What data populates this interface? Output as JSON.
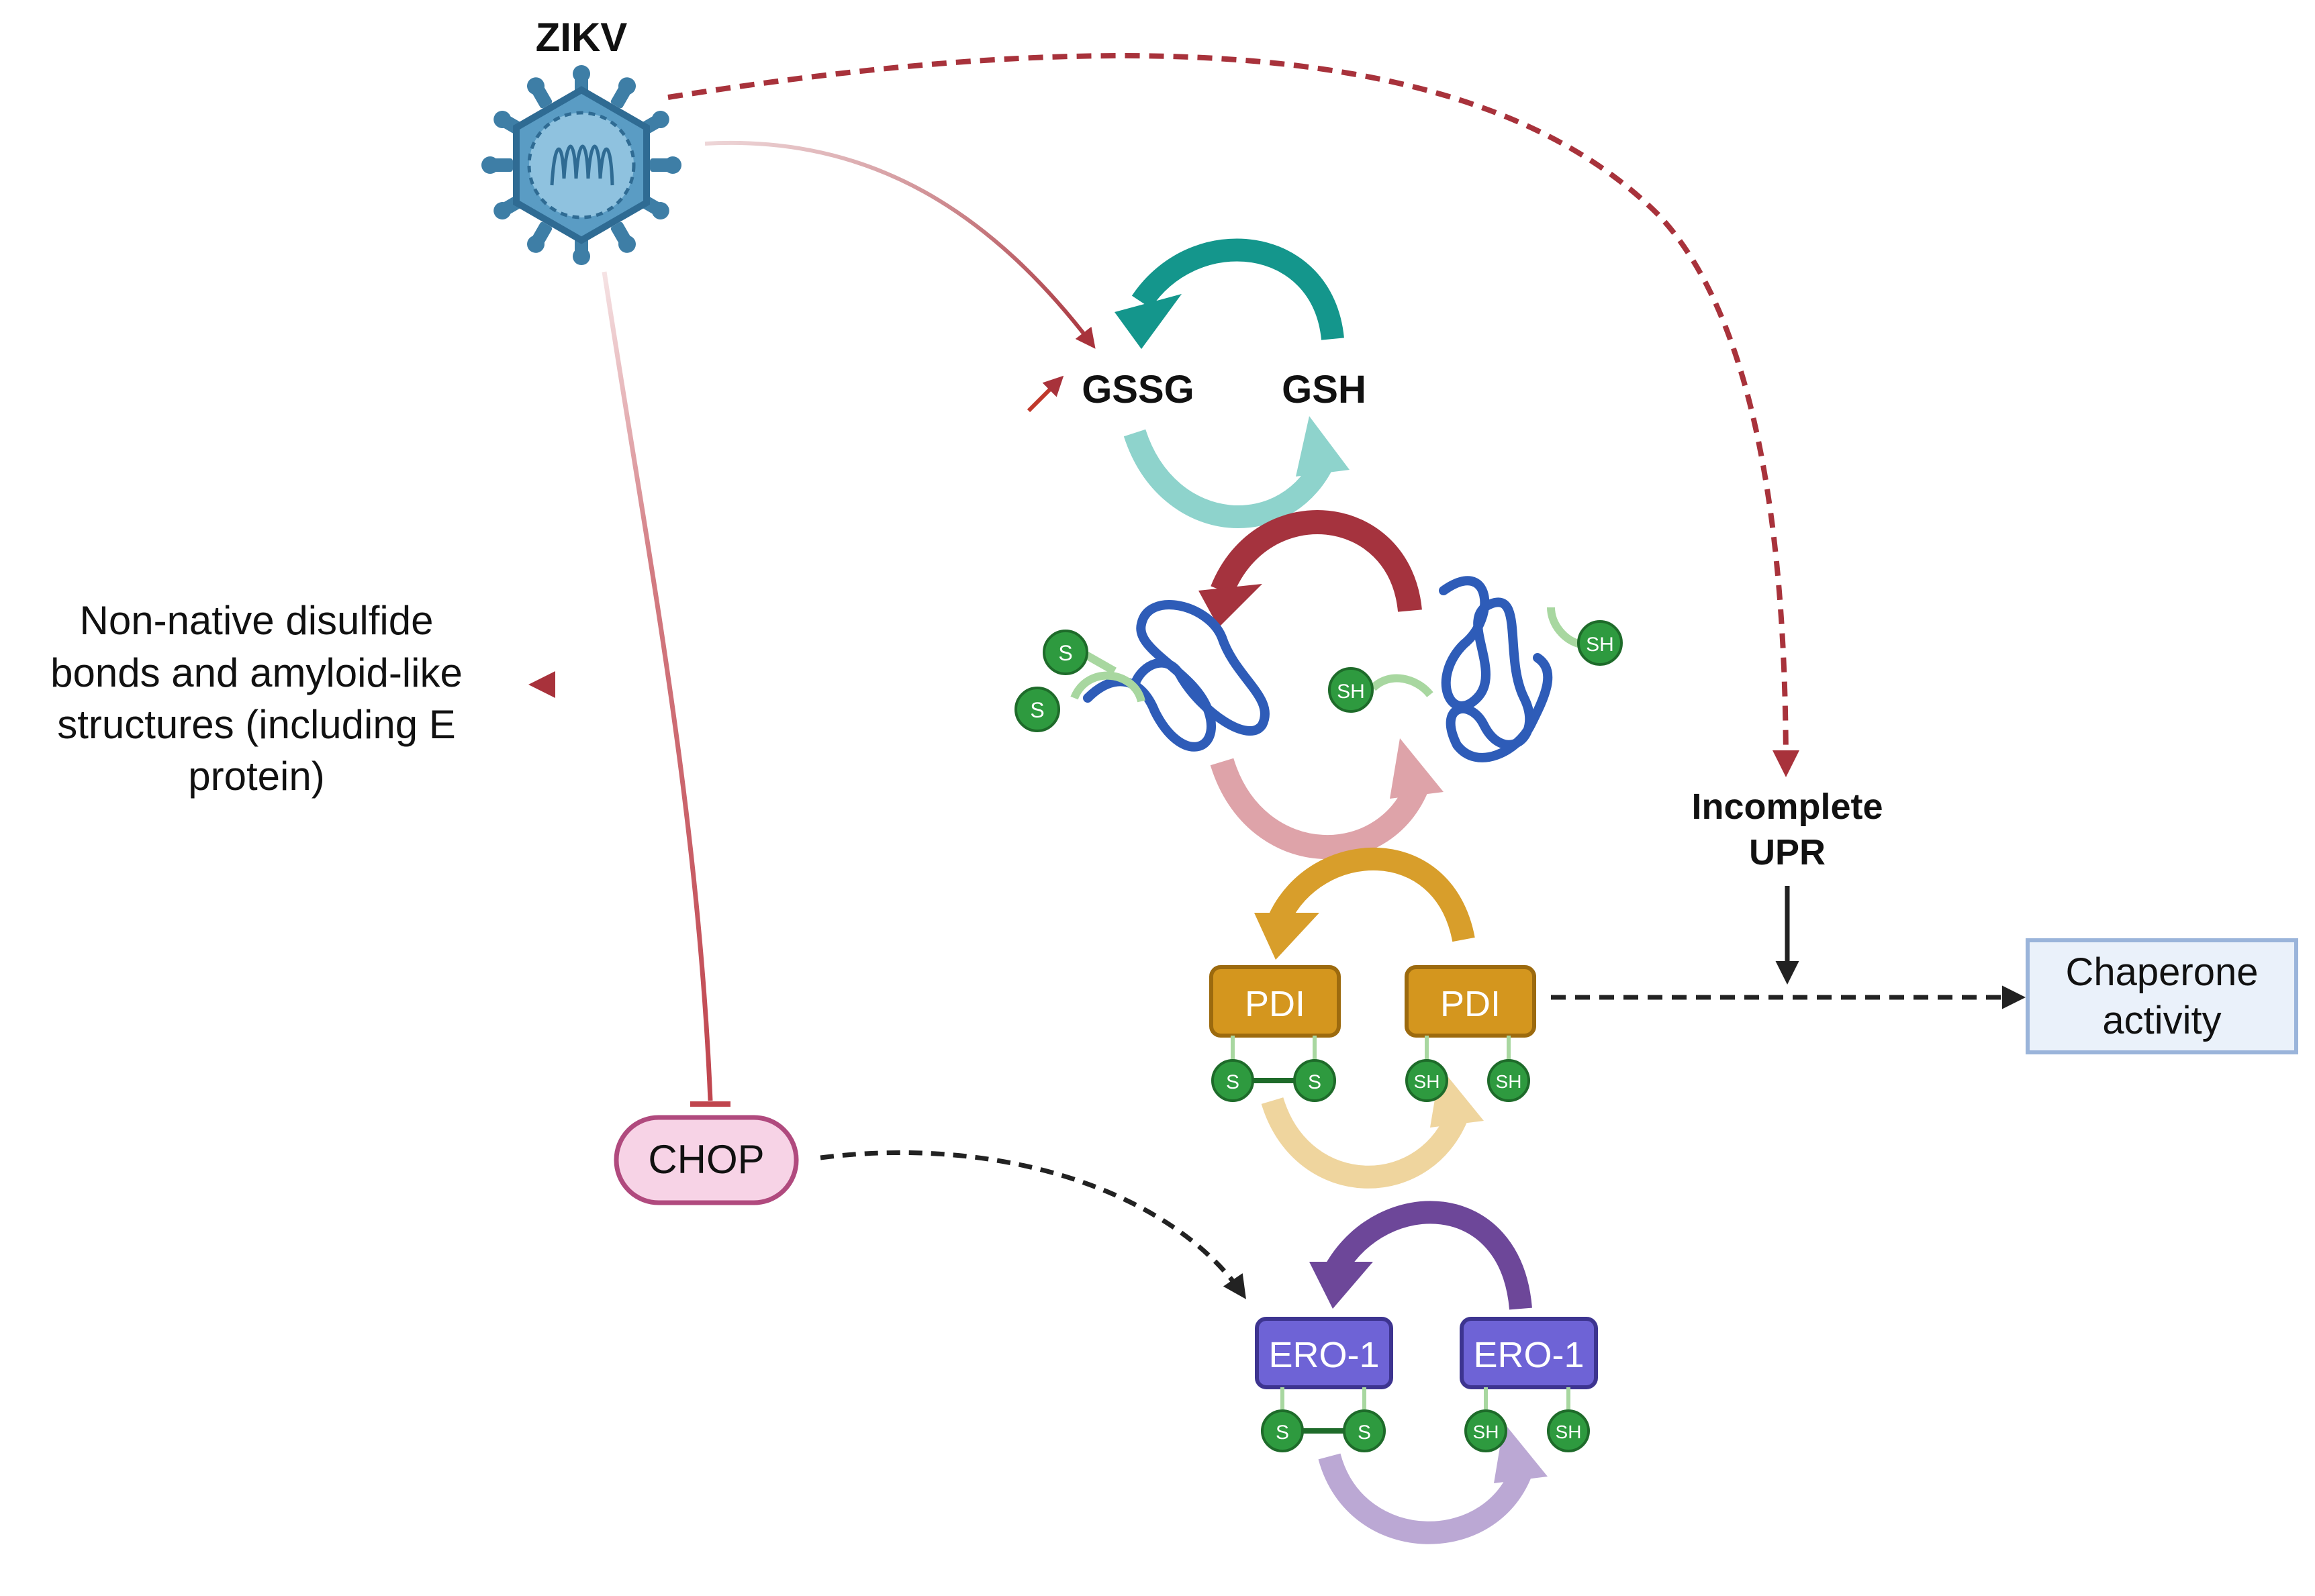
{
  "labels": {
    "virus": "ZIKV",
    "gssg": "GSSG",
    "gsh": "GSH",
    "non_native_line1": "Non-native disulfide",
    "non_native_line2": "bonds and amyloid-like",
    "non_native_line3": "structures (including E",
    "non_native_line4": "protein)",
    "incomplete_line1": "Incomplete",
    "incomplete_line2": "UPR",
    "pdi_left": "PDI",
    "pdi_right": "PDI",
    "chaperone_line1": "Chaperone",
    "chaperone_line2": "activity",
    "chop": "CHOP",
    "ero_left": "ERO-1",
    "ero_right": "ERO-1",
    "s": "S",
    "sh": "SH"
  },
  "colors": {
    "dark_red": "#A8323B",
    "teal": "#14968C",
    "teal_light": "#8ED3CC",
    "maroon": "#A5333E",
    "pink_light": "#DEA3A9",
    "gold": "#D89E2B",
    "gold_light": "#EFD59E",
    "purple": "#6D4799",
    "purple_light": "#BBA8D4",
    "pdi_fill": "#D4961E",
    "ero_fill": "#6E63D6",
    "green_dot": "#2E9A3F",
    "protein_blue": "#2E5CB8",
    "chop_fill": "#F7D3E6",
    "chop_stroke": "#B04A7E",
    "chaperone_fill": "#EAF1FA",
    "chaperone_stroke": "#9AB4DA"
  }
}
